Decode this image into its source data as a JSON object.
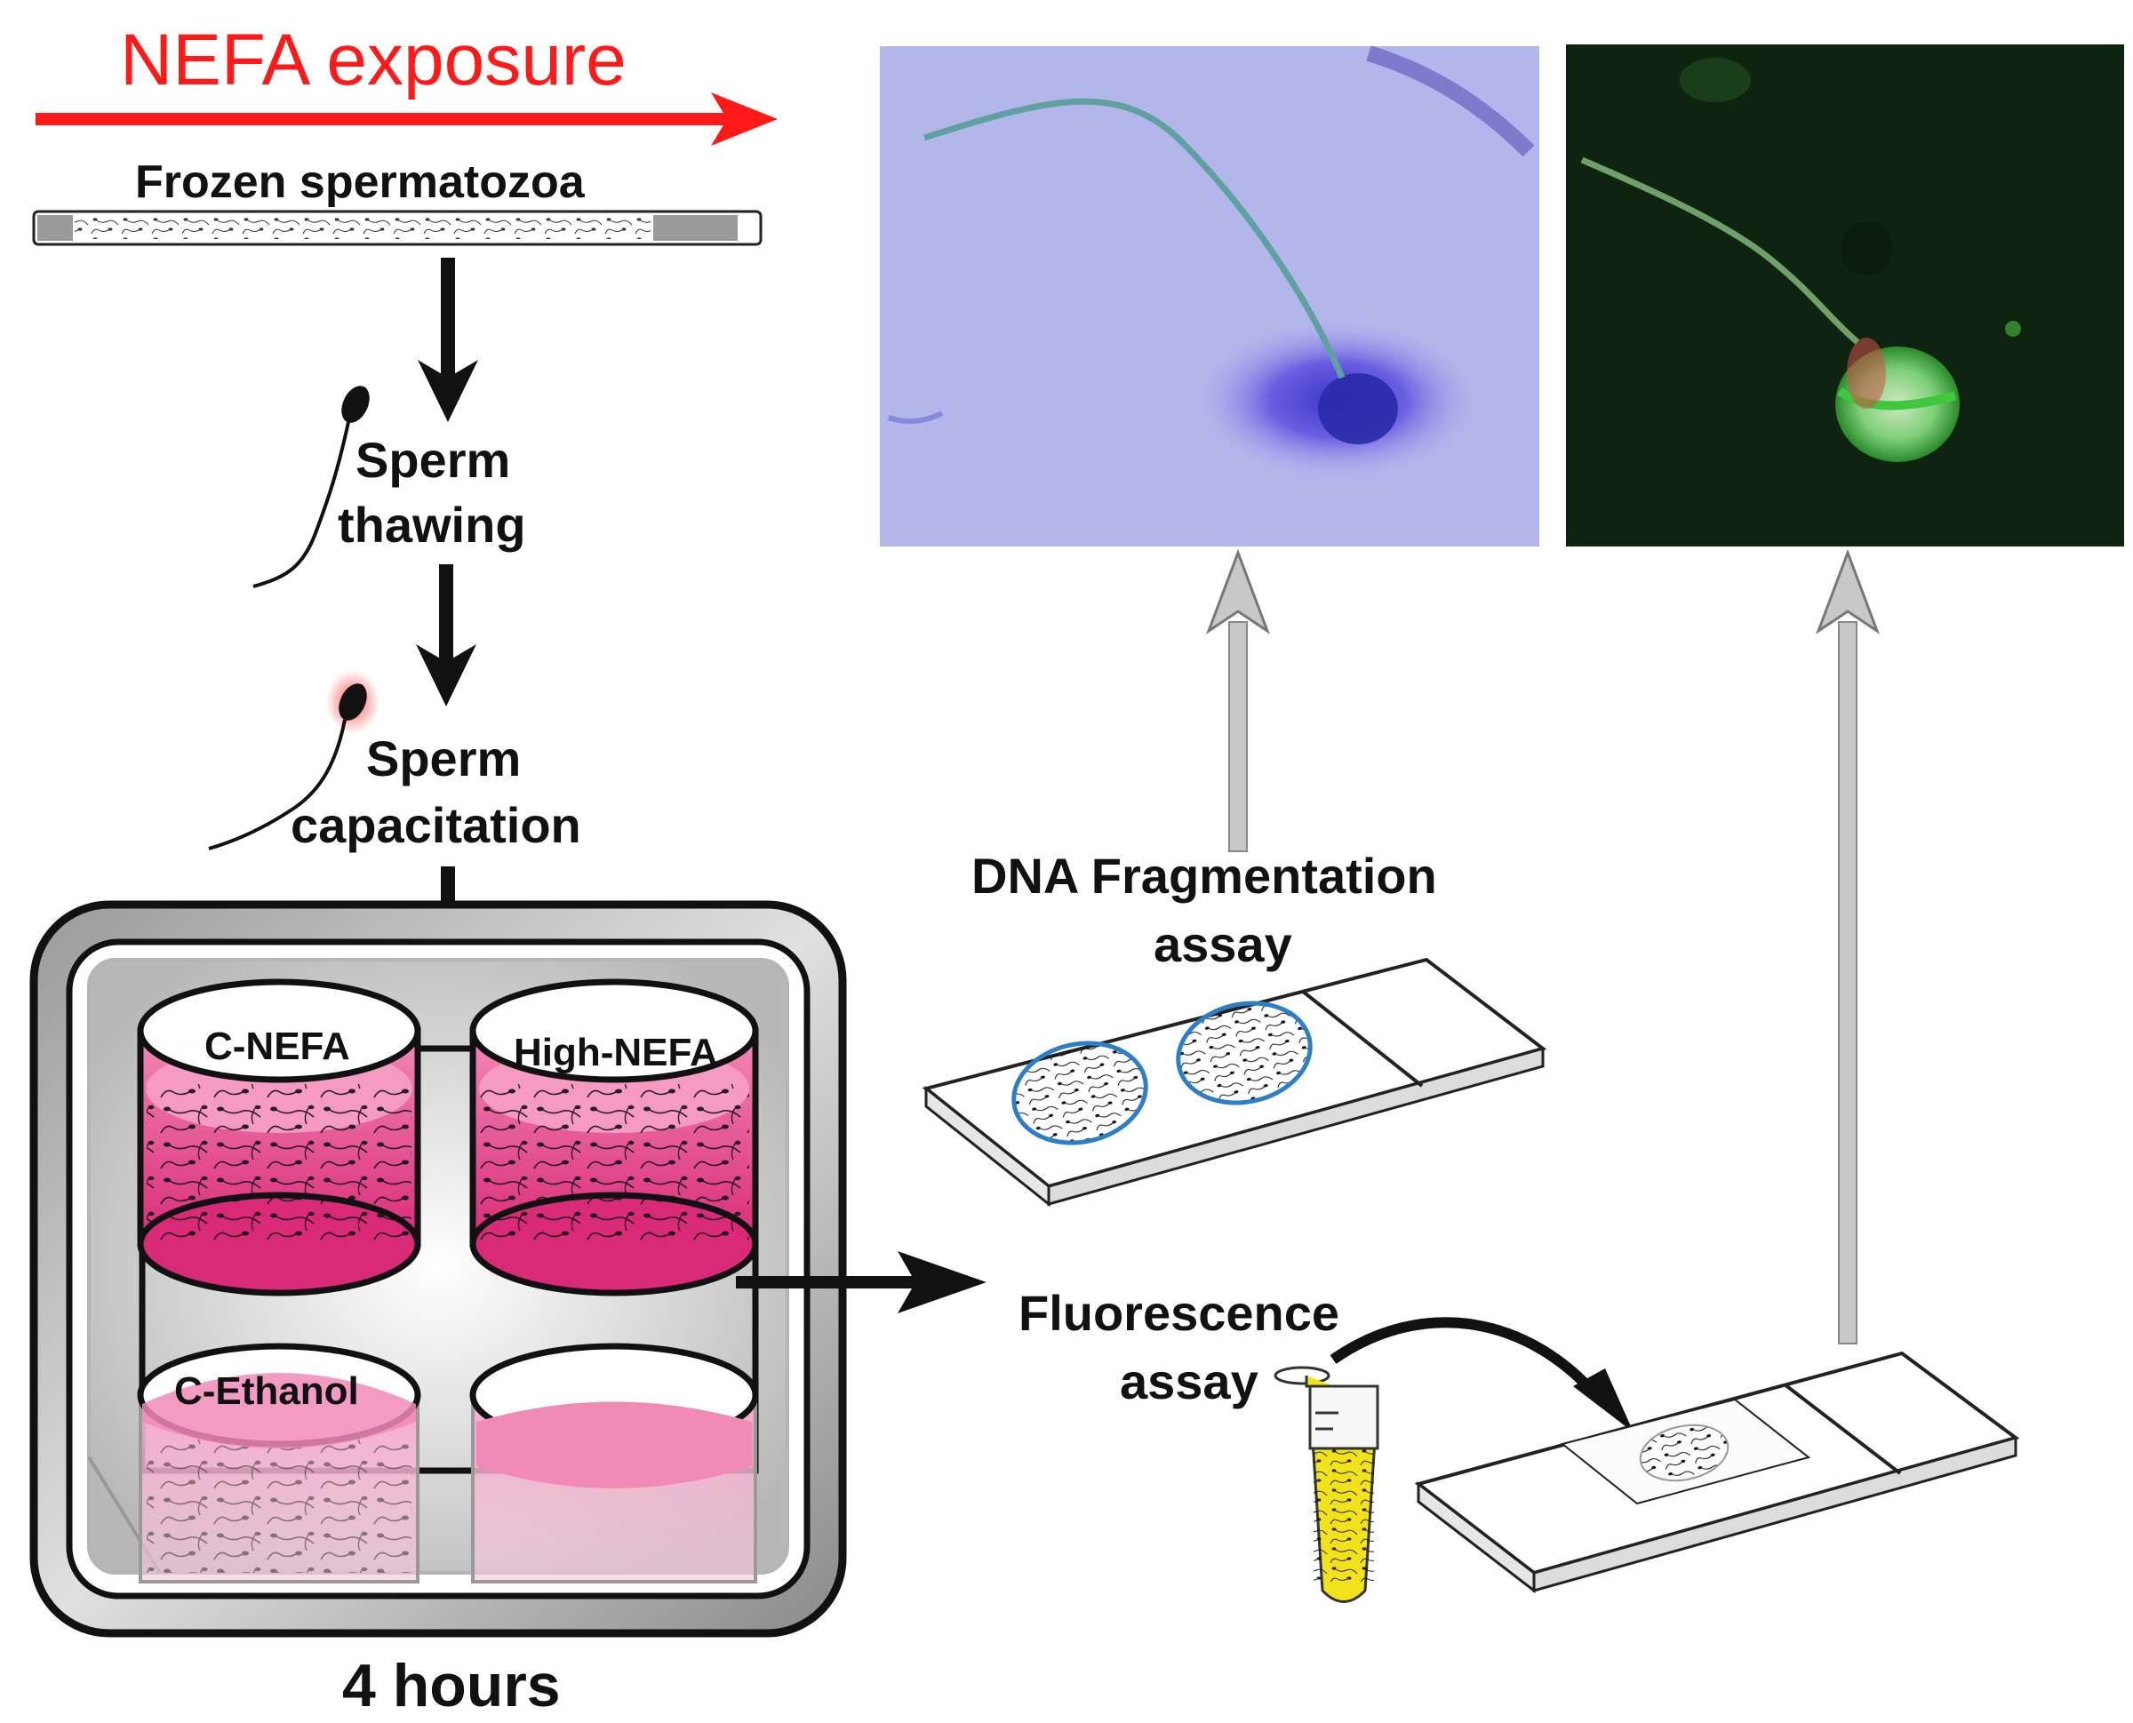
{
  "header": {
    "exposure_title": "NEFA exposure",
    "straw_label": "Frozen spermatozoa"
  },
  "steps": {
    "thawing_line1": "Sperm",
    "thawing_line2": "thawing",
    "capacitation_line1": "Sperm",
    "capacitation_line2": "capacitation"
  },
  "plate": {
    "wells": [
      "C-NEFA",
      "High-NEFA",
      "C-Ethanol"
    ],
    "duration": "4 hours"
  },
  "assays": {
    "dna_line1": "DNA Fragmentation",
    "dna_line2": "assay",
    "fluor_line1": "Fluorescence",
    "fluor_line2": "assay"
  },
  "colors": {
    "exposure_arrow": "#ff1a1a",
    "medium_pink": "#e0367f",
    "dna_stain": "#8a8ee0",
    "fluor_bg": "#0f2410",
    "tube_yellow": "#f2e21c"
  }
}
